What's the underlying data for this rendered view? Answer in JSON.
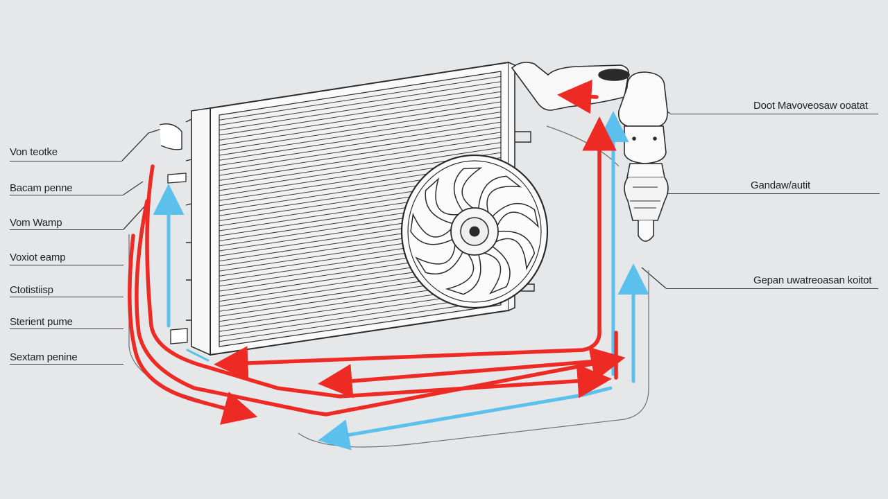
{
  "labels_left": [
    {
      "id": "l1",
      "text": "Von teotke"
    },
    {
      "id": "l2",
      "text": "Bacam penne"
    },
    {
      "id": "l3",
      "text": "Vom Wamp"
    },
    {
      "id": "l4",
      "text": "Voxiot eamp"
    },
    {
      "id": "l5",
      "text": "Ctotistiisp"
    },
    {
      "id": "l6",
      "text": "Sterient pume"
    },
    {
      "id": "l7",
      "text": "Sextam penine"
    }
  ],
  "labels_right": [
    {
      "id": "r1",
      "text": "Doot Mavoveosaw ooatat"
    },
    {
      "id": "r2",
      "text": "Gandaw/autit"
    },
    {
      "id": "r3",
      "text": "Gepan uwatreoasan koitot"
    }
  ],
  "colors": {
    "background": "#e6e7e9",
    "line_art": "#2a2a2a",
    "hot_flow": "#ee2a24",
    "cold_flow": "#5cc0ec",
    "text": "#1f1f1f"
  }
}
